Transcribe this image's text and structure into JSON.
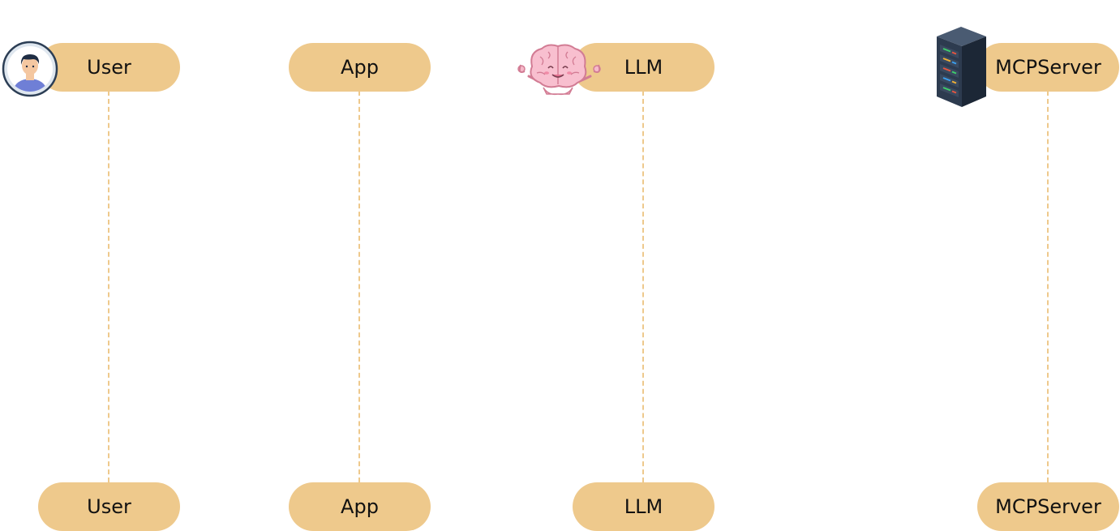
{
  "diagram": {
    "type": "sequence",
    "accent_color": "#eec98c",
    "participants": [
      {
        "id": "user",
        "label": "User",
        "icon": "user-avatar-icon"
      },
      {
        "id": "app",
        "label": "App",
        "icon": ""
      },
      {
        "id": "llm",
        "label": "LLM",
        "icon": "brain-icon"
      },
      {
        "id": "mcpserver",
        "label": "MCPServer",
        "icon": "server-rack-icon"
      }
    ]
  }
}
